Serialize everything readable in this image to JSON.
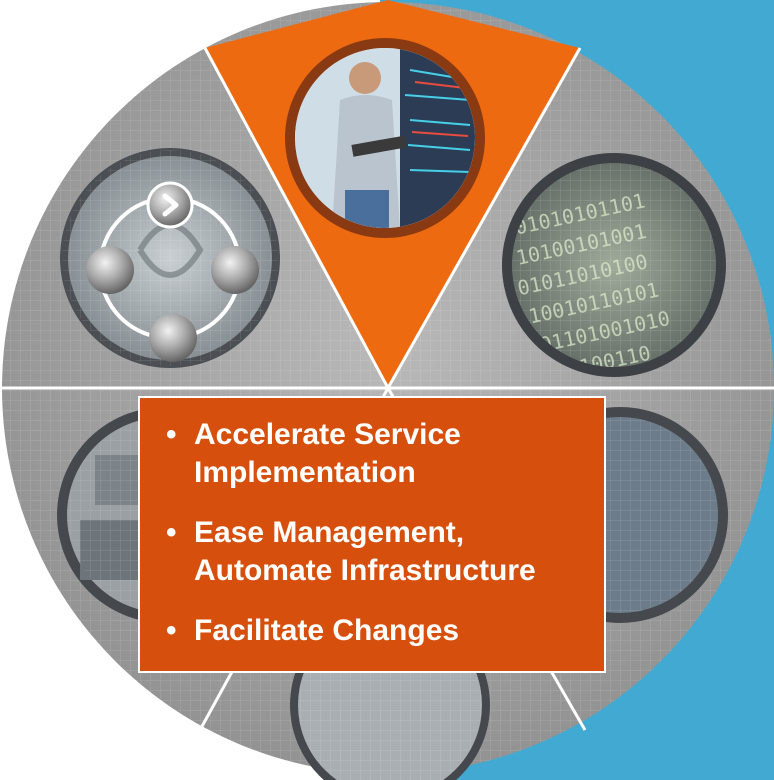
{
  "colors": {
    "background": "#ffffff",
    "right_panel": "#42a9d2",
    "wheel_gray": "#a9a9a9",
    "active_segment": "#ee6a10",
    "callout": "#d64f0d",
    "divider": "#ffffff"
  },
  "wheel": {
    "active_segment": "top",
    "segments": [
      {
        "name": "top",
        "icon": "engineer-photo-icon"
      },
      {
        "name": "upper-left",
        "icon": "process-cycle-icon"
      },
      {
        "name": "upper-right",
        "icon": "binary-data-icon"
      },
      {
        "name": "lower-left",
        "icon": "hardware-icon"
      },
      {
        "name": "lower-right",
        "icon": "storage-icon"
      },
      {
        "name": "bottom",
        "icon": "disk-icon"
      }
    ]
  },
  "callout": {
    "bullets": [
      {
        "text": "Accelerate Service\nImplementation"
      },
      {
        "text": "Ease Management,\nAutomate Infrastructure"
      },
      {
        "text": "Facilitate Changes"
      }
    ]
  }
}
